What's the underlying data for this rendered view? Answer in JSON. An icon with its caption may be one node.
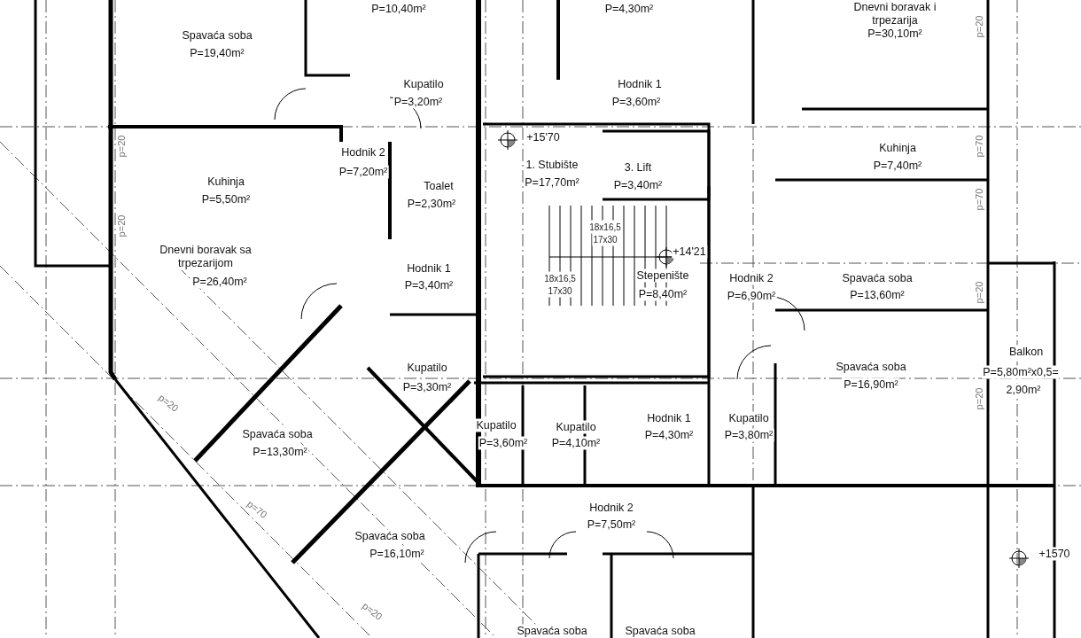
{
  "diagram": {
    "labels": [
      "P=10,40m²",
      "P=4,30m²",
      "Dnevni boravak i trpezarija",
      "P=30,10m²",
      "p=20",
      "Spavaća soba",
      "P=19,40m²",
      "Kupatilo",
      "P=3,20m²",
      "Hodnik 1",
      "P=3,60m²",
      "+15'70",
      "p=20",
      "p=70",
      "Kuhinja",
      "P=7,40m²",
      "Hodnik 2",
      "P=7,20m²",
      "1. Stubište",
      "P=17,70m²",
      "3. Lift",
      "P=3,40m²",
      "Kuhinja",
      "P=5,50m²",
      "Toalet",
      "P=2,30m²",
      "p=70",
      "p=20",
      "18x16,5",
      "17x30",
      "+14'21",
      "Dnevni boravak sa trpezarijom",
      "P=26,40m²",
      "Hodnik 1",
      "P=3,40m²",
      "18x16,5",
      "17x30",
      "Stepenište",
      "P=8,40m²",
      "Hodnik 2",
      "P=6,90m²",
      "Spavaća soba",
      "P=13,60m²",
      "p=20",
      "Balkon",
      "Kupatilo",
      "P=3,30m²",
      "Spavaća soba",
      "P=16,90m²",
      "P=5,80m²x0,5=",
      "2,90m²",
      "p=20",
      "p=20",
      "Hodnik 1",
      "P=4,30m²",
      "Kupatilo",
      "P=3,80m²",
      "Kupatilo",
      "P=3,60m²",
      "Kupatilo",
      "P=4,10m²",
      "Spavaća soba",
      "P=13,30m²",
      "Hodnik 2",
      "P=7,50m²",
      "p=70",
      "Spavaća soba",
      "P=16,10m²",
      "+1570",
      "p=20",
      "Spavaća soba",
      "Spavaća soba"
    ]
  }
}
